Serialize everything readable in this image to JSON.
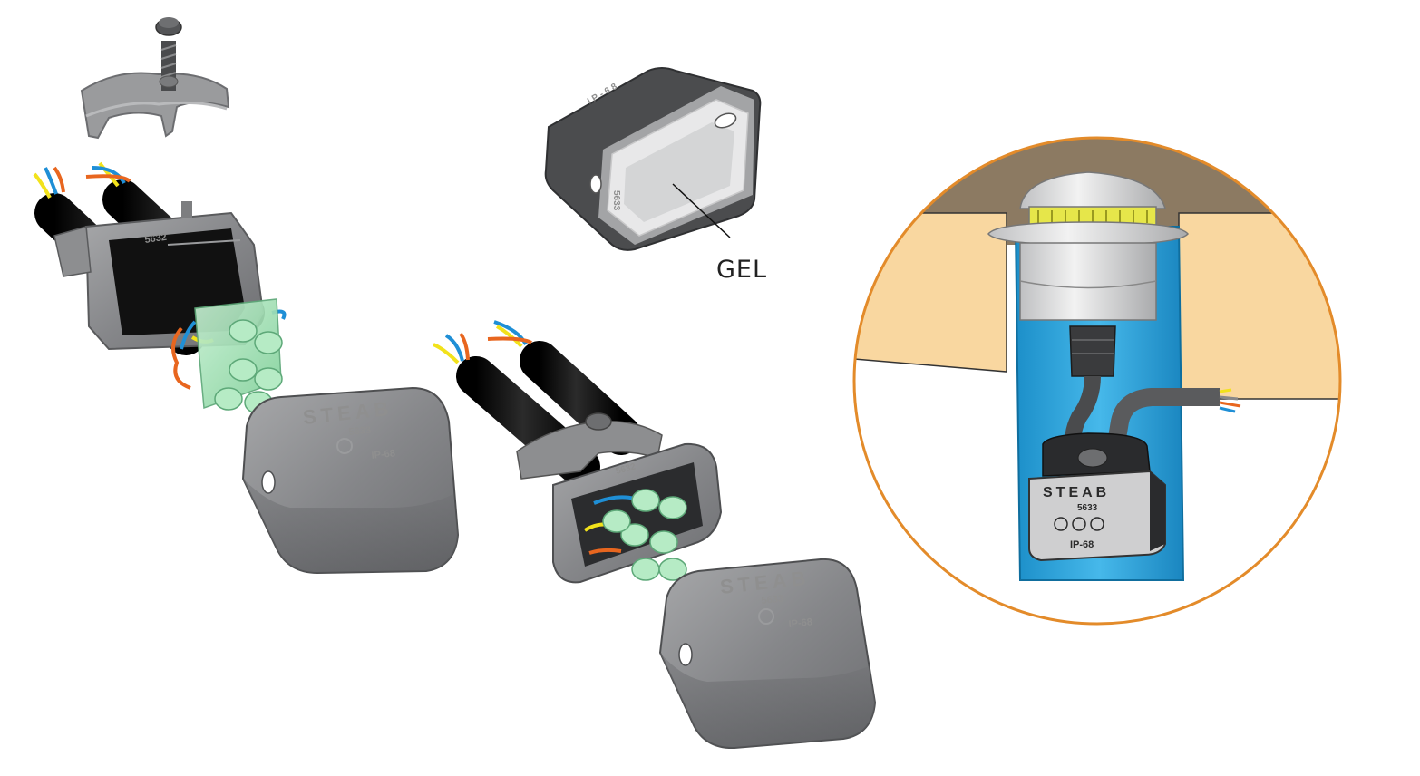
{
  "figure": {
    "callout_label": "GEL",
    "brand": "STEAB",
    "model": "5633",
    "rating": "IP-68",
    "small_model_text": "5632",
    "gel_box_text": "5633"
  },
  "colors": {
    "housing": "#8a8b8d",
    "housing_dark": "#5e5f61",
    "cable": "#151515",
    "wire_blue": "#1f8fd6",
    "wire_yellow": "#f2e21b",
    "wire_orange": "#e8661f",
    "terminal_green": "#9fe0b4",
    "circle_border": "#e38b2a",
    "ground_sand": "#f9d7a0",
    "soil_brown": "#8c7a62",
    "tube_blue": "#2aa6df"
  }
}
